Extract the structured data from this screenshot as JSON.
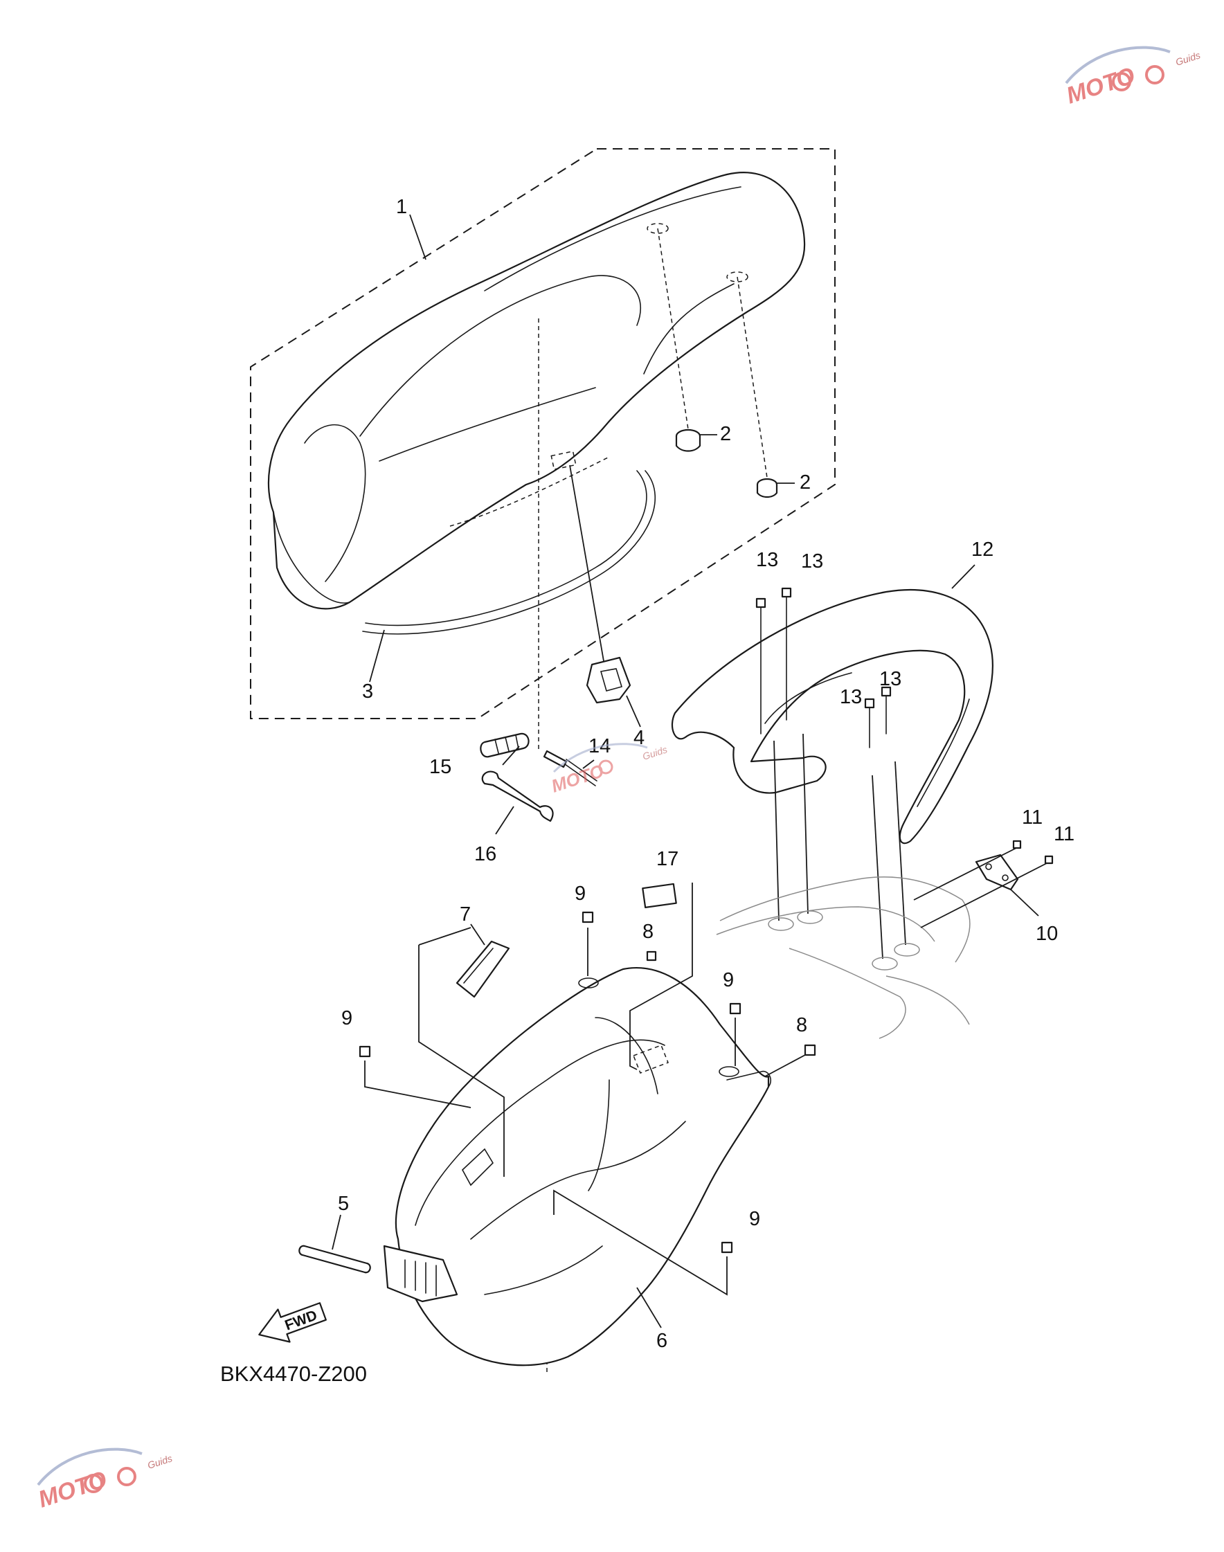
{
  "diagram": {
    "code": "BKX4470-Z200",
    "direction_label": "FWD",
    "callouts": [
      "1",
      "2",
      "2",
      "3",
      "4",
      "5",
      "6",
      "7",
      "8",
      "8",
      "9",
      "9",
      "9",
      "9",
      "10",
      "11",
      "11",
      "12",
      "13",
      "13",
      "13",
      "13",
      "14",
      "15",
      "16",
      "17"
    ]
  },
  "watermark": {
    "brand": "MOTO",
    "sub": "Guids",
    "color": "#e05a5a"
  }
}
